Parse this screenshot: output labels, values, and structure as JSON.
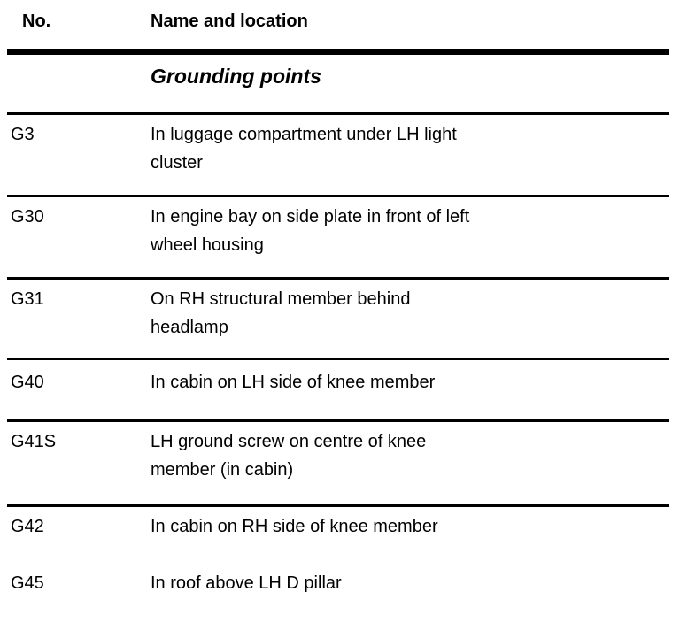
{
  "page": {
    "background_color": "#ffffff",
    "text_color": "#000000"
  },
  "table": {
    "headers": {
      "no": "No.",
      "name": "Name and location"
    },
    "section_title": "Grounding points",
    "rows": [
      {
        "no": "G3",
        "location": "In luggage compartment under LH light\ncluster"
      },
      {
        "no": "G30",
        "location": "In engine bay on side plate in front of left\nwheel housing"
      },
      {
        "no": "G31",
        "location": "On RH structural member behind\nheadlamp"
      },
      {
        "no": "G40",
        "location": "In cabin on LH side of knee member"
      },
      {
        "no": "G41S",
        "location": "LH ground screw on centre of knee\nmember (in cabin)"
      },
      {
        "no": "G42",
        "location": "In cabin on RH side of knee member"
      },
      {
        "no": "G45",
        "location": "In roof above LH D pillar"
      }
    ]
  }
}
